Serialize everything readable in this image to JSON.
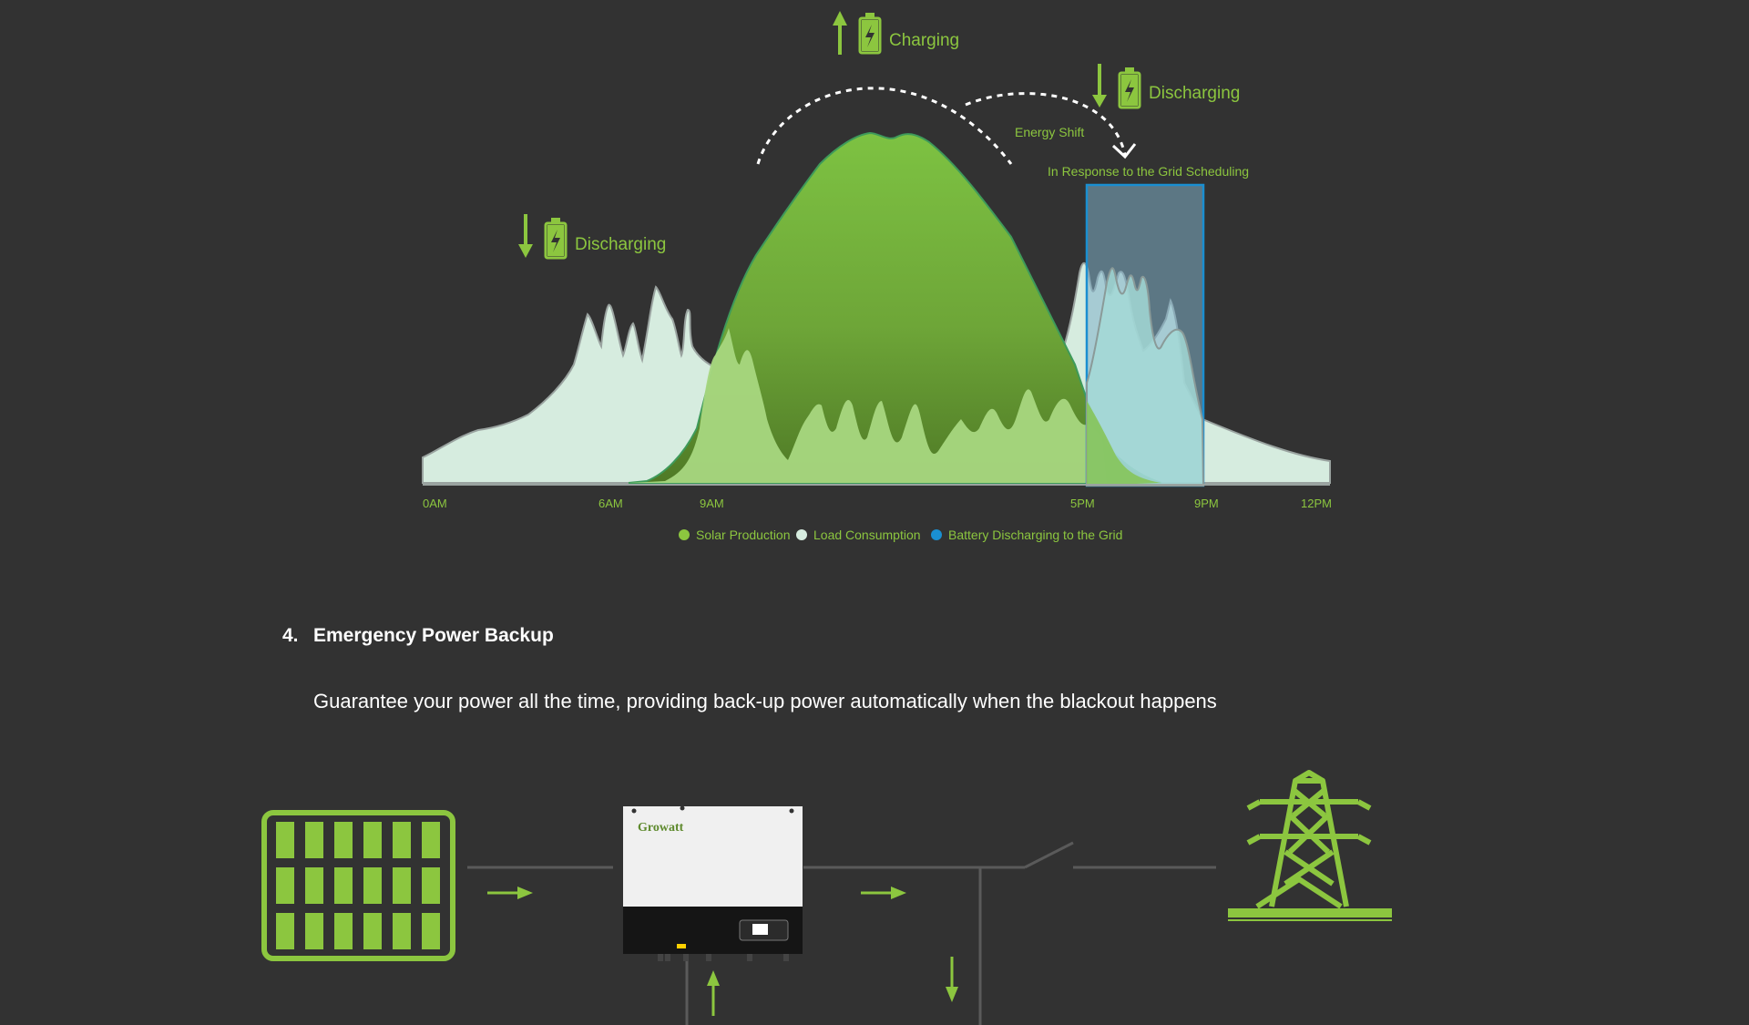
{
  "chart_data": {
    "type": "area",
    "x_ticks": [
      "0AM",
      "6AM",
      "9AM",
      "5PM",
      "9PM",
      "12PM"
    ],
    "series": [
      {
        "name": "Solar Production",
        "color": "#8cc63f"
      },
      {
        "name": "Load Consumption",
        "color": "#d6ecdf"
      },
      {
        "name": "Battery Discharging to the Grid",
        "color": "#1a8fd1"
      }
    ],
    "highlight_range": [
      "6PM",
      "9PM"
    ]
  },
  "annotations": {
    "charging": "Charging",
    "discharging_morning": "Discharging",
    "discharging_evening": "Discharging",
    "energy_shift": "Energy Shift",
    "grid_scheduling": "In Response to the Grid Scheduling"
  },
  "colors": {
    "background": "#323232",
    "accent_green": "#8cc63f",
    "dark_green": "#5e8a2d",
    "load_fill": "#d6ecdf",
    "battery_blue": "#1a8fd1",
    "line_gray": "#5a5a5a"
  },
  "section": {
    "number": "4.",
    "title": "Emergency Power Backup",
    "description": "Guarantee your power all the time, providing back-up power automatically when the blackout happens"
  },
  "backup_diagram": {
    "inverter_brand": "Growatt",
    "icons": [
      "solar-panel-icon",
      "inverter-icon",
      "transmission-tower-icon"
    ]
  }
}
